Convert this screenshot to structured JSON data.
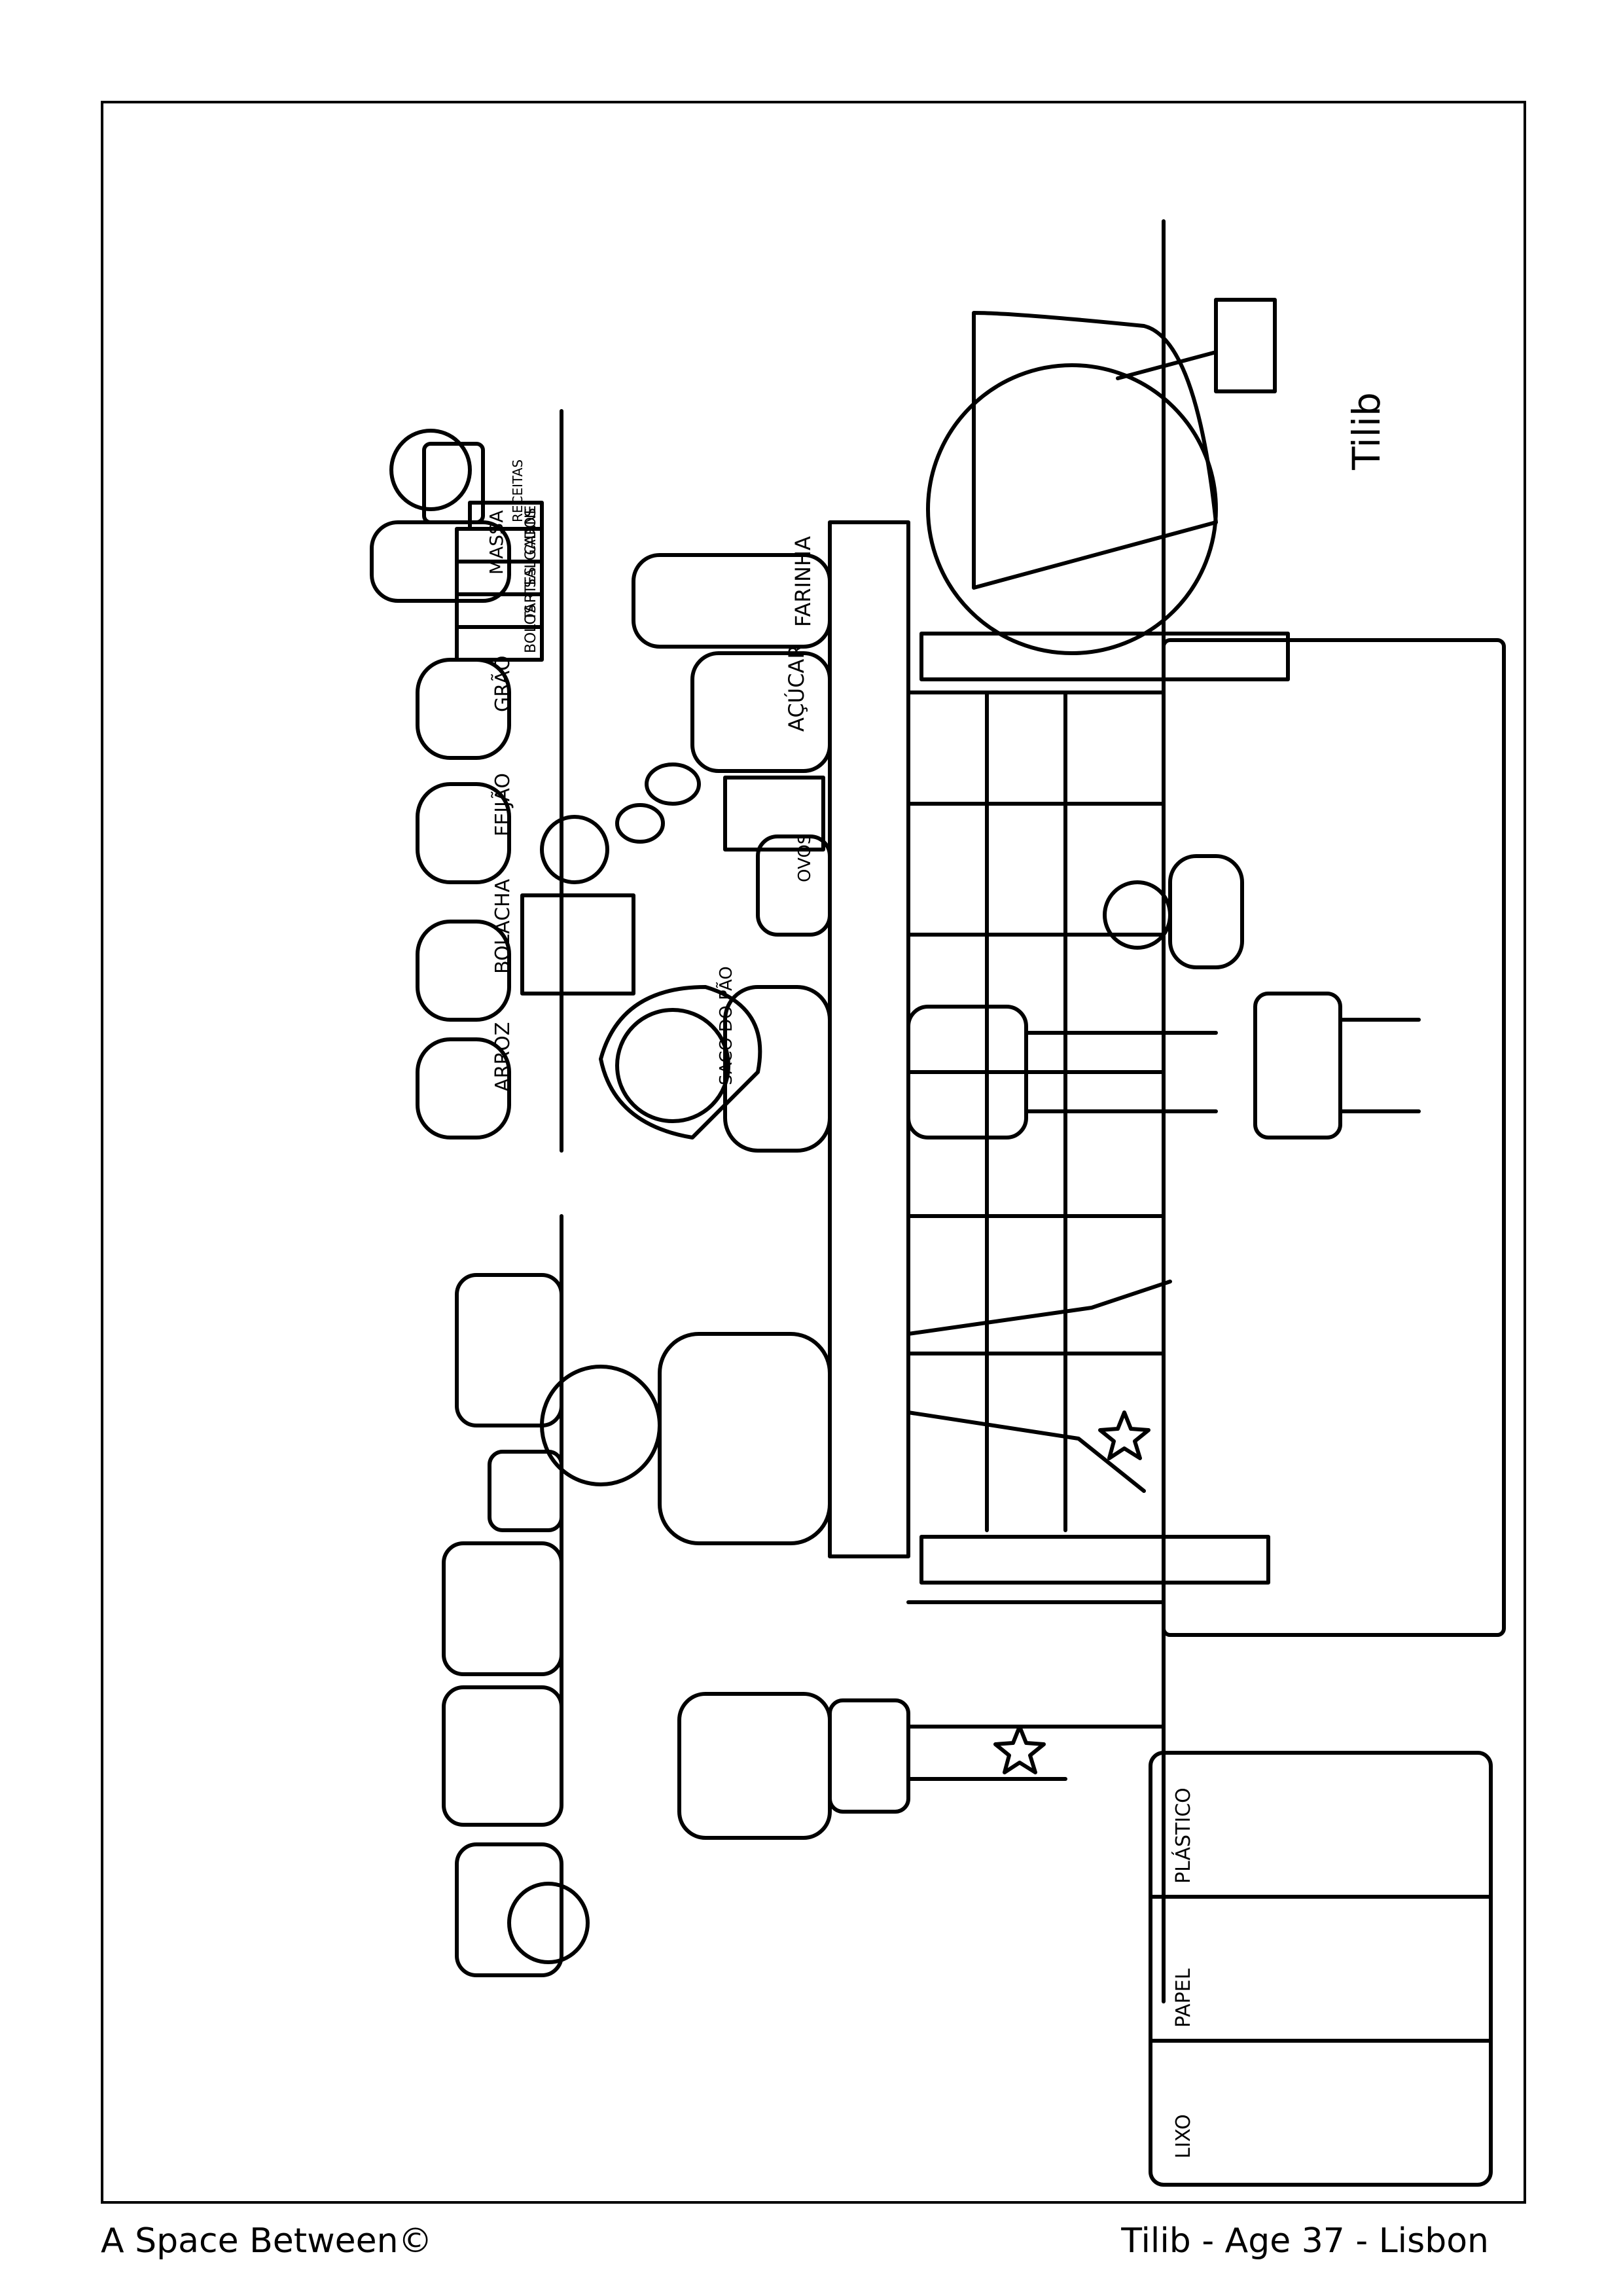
{
  "footer": {
    "left": "A Space Between©",
    "right": "Tilib - Age 37 - Lisbon"
  },
  "artwork": {
    "signature": "Tilib",
    "jar_labels": [
      "ARROZ",
      "BOLACHA",
      "FEIJÃO",
      "GRÃO",
      "MASSA"
    ],
    "book_labels": [
      "RECEITAS",
      "CARNE",
      "SALGADOS",
      "TARTES",
      "BOLOS"
    ],
    "canister_labels": [
      "FARINHA",
      "AÇÚCAR",
      "OVOS",
      "SACO DO PÃO"
    ],
    "bin_labels": [
      "PLÁSTICO",
      "PAPEL",
      "LIXO"
    ],
    "colors": {
      "ink": "#000000",
      "paper": "#ffffff"
    }
  }
}
